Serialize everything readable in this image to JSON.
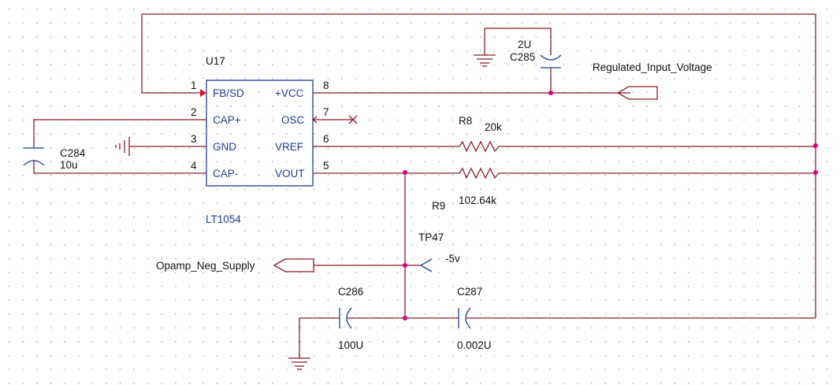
{
  "colors": {
    "wire": "#8b1c2c",
    "part": "#1f3f8f",
    "junction": "#e0007a",
    "text": "#111111",
    "grid_dot": "#c8c8c8"
  },
  "ic": {
    "refdes": "U17",
    "part": "LT1054",
    "pins": [
      {
        "num": "1",
        "name": "FB/SD"
      },
      {
        "num": "2",
        "name": "CAP+"
      },
      {
        "num": "3",
        "name": "GND"
      },
      {
        "num": "4",
        "name": "CAP-"
      },
      {
        "num": "8",
        "name": "+VCC"
      },
      {
        "num": "7",
        "name": "OSC"
      },
      {
        "num": "6",
        "name": "VREF"
      },
      {
        "num": "5",
        "name": "VOUT"
      }
    ]
  },
  "capacitors": {
    "c284": {
      "ref": "C284",
      "value": "10u"
    },
    "c285": {
      "ref": "C285",
      "value": "2U"
    },
    "c286": {
      "ref": "C286",
      "value": "100U"
    },
    "c287": {
      "ref": "C287",
      "value": "0.002U"
    }
  },
  "resistors": {
    "r8": {
      "ref": "R8",
      "value": "20k"
    },
    "r9": {
      "ref": "R9",
      "value": "102.64k"
    }
  },
  "nets": {
    "input": "Regulated_Input_Voltage",
    "output": "Opamp_Neg_Supply"
  },
  "testpoint": {
    "ref": "TP47",
    "value": "-5v"
  }
}
